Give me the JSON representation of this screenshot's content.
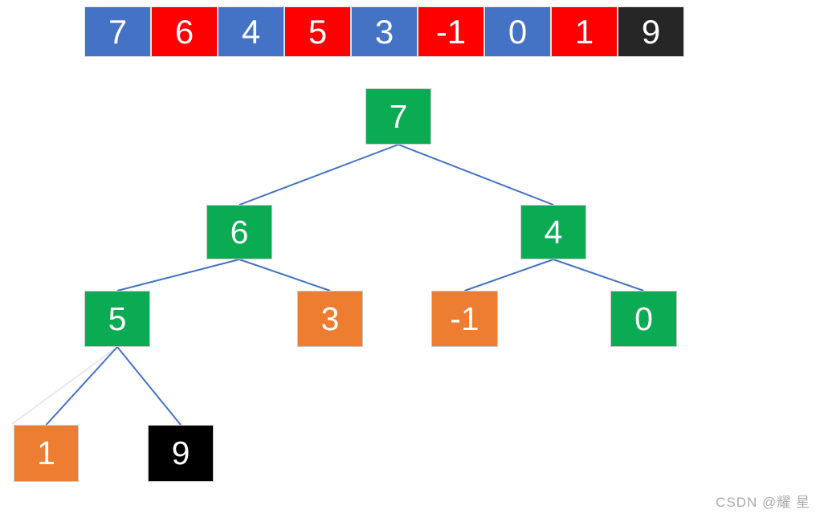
{
  "colors": {
    "blue": "#4472C4",
    "red": "#FF0000",
    "dark": "#262626",
    "green": "#0BAB53",
    "orange": "#ED7D31",
    "black": "#000000",
    "edge": "#4472C4",
    "edge_faint": "#E6E6F4",
    "white_text": "#FFFFFF"
  },
  "array": {
    "cells": [
      {
        "value": "7",
        "color": "blue"
      },
      {
        "value": "6",
        "color": "red"
      },
      {
        "value": "4",
        "color": "blue"
      },
      {
        "value": "5",
        "color": "red"
      },
      {
        "value": "3",
        "color": "blue"
      },
      {
        "value": "-1",
        "color": "red"
      },
      {
        "value": "0",
        "color": "blue"
      },
      {
        "value": "1",
        "color": "red"
      },
      {
        "value": "9",
        "color": "dark"
      }
    ]
  },
  "tree": {
    "nodes": [
      {
        "id": "n7",
        "value": "7",
        "color": "green"
      },
      {
        "id": "n6",
        "value": "6",
        "color": "green"
      },
      {
        "id": "n4",
        "value": "4",
        "color": "green"
      },
      {
        "id": "n5",
        "value": "5",
        "color": "green"
      },
      {
        "id": "n3",
        "value": "3",
        "color": "orange"
      },
      {
        "id": "nm1",
        "value": "-1",
        "color": "orange"
      },
      {
        "id": "n0",
        "value": "0",
        "color": "green"
      },
      {
        "id": "n1",
        "value": "1",
        "color": "orange"
      },
      {
        "id": "n9",
        "value": "9",
        "color": "black"
      }
    ],
    "edges": [
      {
        "from": "n7",
        "to": "n6"
      },
      {
        "from": "n7",
        "to": "n4"
      },
      {
        "from": "n6",
        "to": "n5"
      },
      {
        "from": "n6",
        "to": "n3"
      },
      {
        "from": "n4",
        "to": "nm1"
      },
      {
        "from": "n4",
        "to": "n0"
      },
      {
        "from": "n5",
        "to": "n1"
      },
      {
        "from": "n5",
        "to": "n9"
      }
    ],
    "stray_edge": {
      "from": "n5",
      "style": "faint"
    }
  },
  "watermark": {
    "text": "CSDN @耀 星"
  }
}
